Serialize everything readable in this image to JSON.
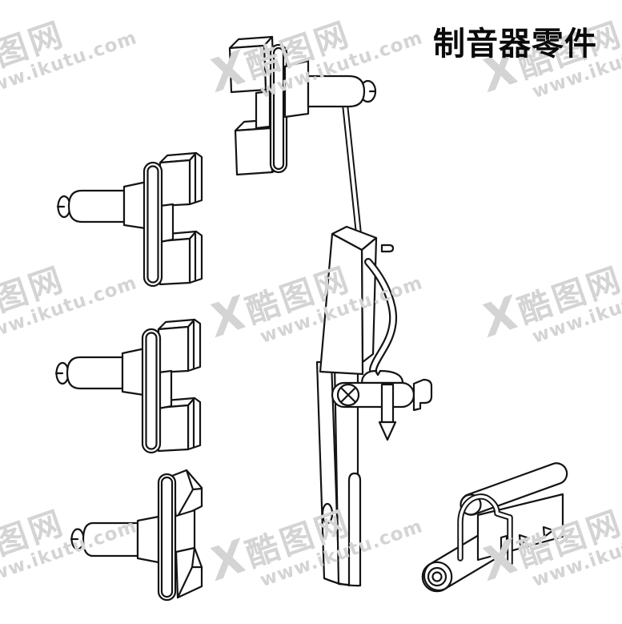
{
  "header": {
    "title": "制音器零件"
  },
  "watermark": {
    "logo_mark": "X",
    "brand": "酷图网",
    "url": "www.ikutu.com",
    "color": "#d4d4d4"
  },
  "drawing": {
    "stroke_color": "#141414",
    "background_color": "#ffffff",
    "parts": [
      {
        "id": "damper-head-top",
        "desc": "damper head block with mounting pin and hanger rod, three-quarter view"
      },
      {
        "id": "damper-head-left-upper",
        "desc": "damper head block with mounting pin, side view"
      },
      {
        "id": "damper-head-left-lower",
        "desc": "damper head block with mounting pin, side view"
      },
      {
        "id": "damper-head-bottom",
        "desc": "damper wedge head block with mounting pin, edge view"
      },
      {
        "id": "damper-lever-assembly",
        "desc": "damper lever arm with spring wire, flange bracket, cross screw and pointed set screw"
      },
      {
        "id": "damper-guide-rail",
        "desc": "cylindrical guide rod with spring clip and channel bracket"
      }
    ]
  }
}
